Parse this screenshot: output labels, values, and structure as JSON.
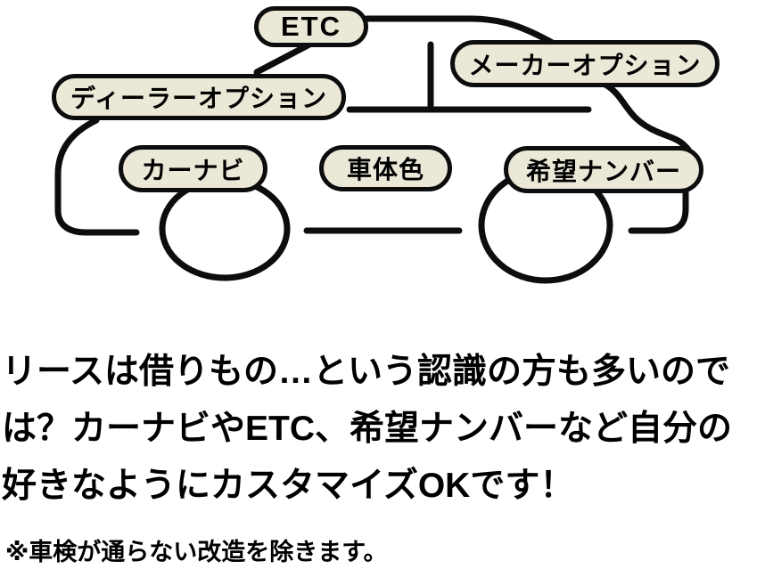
{
  "page": {
    "background": "#ffffff"
  },
  "diagram": {
    "type": "annotated-illustration",
    "subject": "car-side-outline-with-option-labels",
    "badges": [
      {
        "id": "etc",
        "label": "ETC"
      },
      {
        "id": "maker-option",
        "label": "メーカーオプション"
      },
      {
        "id": "dealer-option",
        "label": "ディーラーオプション"
      },
      {
        "id": "car-navi",
        "label": "カーナビ"
      },
      {
        "id": "body-color",
        "label": "車体色"
      },
      {
        "id": "desired-number",
        "label": "希望ナンバー"
      }
    ],
    "colors": {
      "badge_fill": "#ebe8d7",
      "line": "#0d0d0d",
      "background": "#ffffff",
      "text": "#000000"
    }
  },
  "description": {
    "lines": [
      "リースは借りもの…という認識の方も多いので",
      "は？カーナビやETC、希望ナンバーなど自分の",
      "好きなようにカスタマイズOKです！"
    ],
    "note": "※車検が通らない改造を除きます。"
  }
}
